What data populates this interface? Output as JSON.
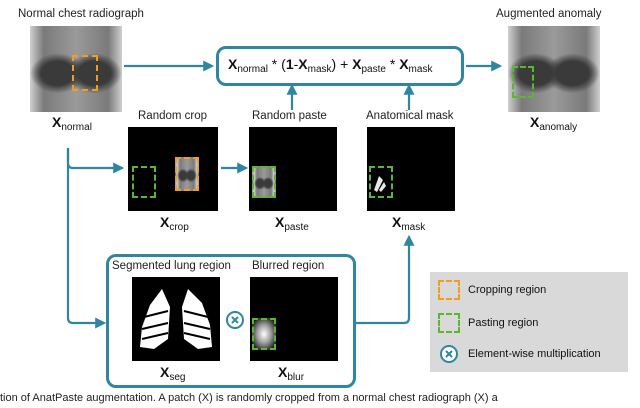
{
  "labels": {
    "normal_title": "Normal chest radiograph",
    "augmented_title": "Augmented anomaly",
    "random_crop": "Random crop",
    "random_paste": "Random paste",
    "anatomical_mask": "Anatomical mask",
    "segmented_lung": "Segmented lung region",
    "blurred_region": "Blurred region"
  },
  "vars": {
    "x": "X",
    "normal": "normal",
    "anomaly": "anomaly",
    "crop": "crop",
    "paste": "paste",
    "mask": "mask",
    "seg": "seg",
    "blur": "blur"
  },
  "formula": {
    "x": "X",
    "normal": "normal",
    "times1": " * (",
    "one": "1",
    "minus": "-",
    "x2": "X",
    "mask": "mask",
    "plus": ") + ",
    "x3": "X",
    "paste": "paste",
    "times2": " * ",
    "x4": "X",
    "mask2": "mask"
  },
  "legend": {
    "cropping": "Cropping region",
    "pasting": "Pasting region",
    "multiply": "Element-wise multiplication"
  },
  "caption": "tion of AnatPaste augmentation. A patch (X) is randomly cropped from a normal chest radiograph (X) a",
  "colors": {
    "accent": "#2e86a3",
    "crop": "#f39c20",
    "paste": "#5ab82e"
  }
}
